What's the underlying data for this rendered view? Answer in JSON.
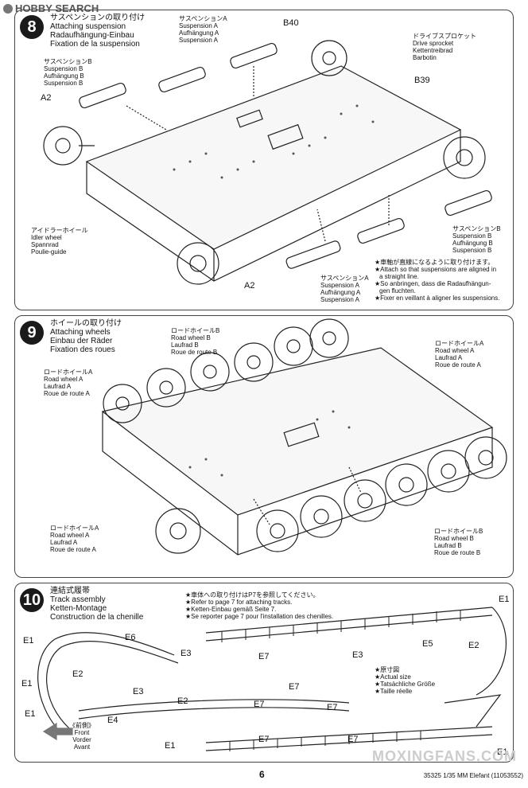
{
  "watermark_top": "HOBBY SEARCH",
  "watermark_bottom": "MOXINGFANS.COM",
  "step8": {
    "number": "8",
    "title": [
      "サスペンションの取り付け",
      "Attaching suspension",
      "Radaufhängung-Einbau",
      "Fixation de la suspension"
    ],
    "susp_a_top": [
      "サスペンションA",
      "Suspension A",
      "Aufhängung A",
      "Suspension A"
    ],
    "susp_b_left": [
      "サスペンションB",
      "Suspension B",
      "Aufhängung B",
      "Suspension B"
    ],
    "sprocket": [
      "ドライブスプロケット",
      "Drive sprocket",
      "Kettentreibrad",
      "Barbotin"
    ],
    "idler": [
      "アイドラーホイール",
      "Idler wheel",
      "Spannrad",
      "Poulie-guide"
    ],
    "susp_b_right": [
      "サスペンションB",
      "Suspension B",
      "Aufhängung B",
      "Suspension B"
    ],
    "susp_a_bottom": [
      "サスペンションA",
      "Suspension A",
      "Aufhängung A",
      "Suspension A"
    ],
    "codes": {
      "b40": "B40",
      "b39": "B39",
      "a2_top": "A2",
      "a2_bottom": "A2"
    },
    "note": [
      "★車軸が直線になるように取り付けます。",
      "★Attach so that suspensions are aligned in",
      "a straight line.",
      "★So anbringen, dass die Radaufhängun-",
      "gen fluchten.",
      "★Fixer en veillant à aligner les suspensions."
    ]
  },
  "step9": {
    "number": "9",
    "title": [
      "ホイールの取り付け",
      "Attaching wheels",
      "Einbau der Räder",
      "Fixation des roues"
    ],
    "wheel_b_top": [
      "ロードホイールB",
      "Road wheel B",
      "Laufrad B",
      "Roue de route B"
    ],
    "wheel_a_left": [
      "ロードホイールA",
      "Road wheel A",
      "Laufrad A",
      "Roue de route A"
    ],
    "wheel_a_right": [
      "ロードホイールA",
      "Road wheel A",
      "Laufrad A",
      "Roue de route A"
    ],
    "wheel_a_bottom": [
      "ロードホイールA",
      "Road wheel A",
      "Laufrad A",
      "Roue de route A"
    ],
    "wheel_b_bottom": [
      "ロードホイールB",
      "Road wheel B",
      "Laufrad B",
      "Roue de route B"
    ]
  },
  "step10": {
    "number": "10",
    "title": [
      "連結式履帯",
      "Track assembly",
      "Ketten-Montage",
      "Construction de la chenille"
    ],
    "note_ref": [
      "★車体への取り付けはP7を参照してください。",
      "★Refer to page 7 for attaching tracks.",
      "★Ketten-Einbau gemäß Seite 7.",
      "★Se reporter page 7 pour l'installation des chenilles."
    ],
    "actual": [
      "★原寸図",
      "★Actual size",
      "★Tatsächliche Größe",
      "★Taille réelle"
    ],
    "front": [
      "《前側》",
      "Front",
      "Vorder",
      "Avant"
    ],
    "codes": [
      {
        "t": "E1"
      },
      {
        "t": "E1"
      },
      {
        "t": "E1"
      },
      {
        "t": "E1"
      },
      {
        "t": "E1"
      },
      {
        "t": "E1"
      },
      {
        "t": "E6"
      },
      {
        "t": "E2"
      },
      {
        "t": "E2"
      },
      {
        "t": "E2"
      },
      {
        "t": "E3"
      },
      {
        "t": "E3"
      },
      {
        "t": "E7"
      },
      {
        "t": "E7"
      },
      {
        "t": "E7"
      },
      {
        "t": "E7"
      },
      {
        "t": "E7"
      },
      {
        "t": "E7"
      },
      {
        "t": "E5"
      },
      {
        "t": "E4"
      },
      {
        "t": "E3"
      }
    ]
  },
  "page_number": "6",
  "footer": "35325 1/35 MM Elefant (11053552)"
}
